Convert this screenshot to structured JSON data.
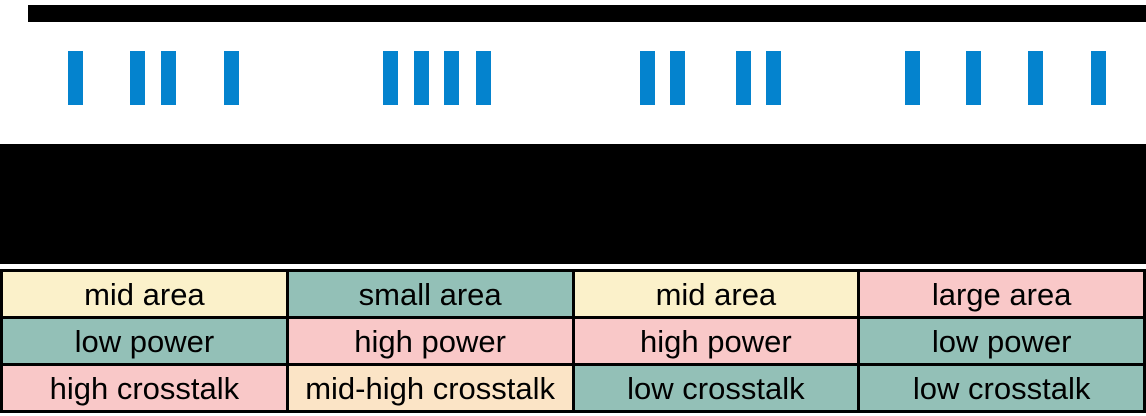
{
  "figure": {
    "background": "#ffffff",
    "band_color": "#000000"
  },
  "bars": {
    "color": "#0483ce",
    "width": 15,
    "y": 51,
    "height": 54,
    "panels": [
      {
        "name": "pitch-arrangement-1",
        "x": [
          68,
          130,
          161,
          224
        ]
      },
      {
        "name": "pitch-arrangement-2",
        "x": [
          383,
          414,
          444,
          476
        ]
      },
      {
        "name": "pitch-arrangement-3",
        "x": [
          640,
          670,
          736,
          766
        ]
      },
      {
        "name": "pitch-arrangement-4",
        "x": [
          905,
          966,
          1028,
          1091
        ]
      }
    ]
  },
  "table": {
    "border_color": "#000000",
    "text_color": "#000000",
    "palette": {
      "cream": "#fbf1ca",
      "teal": "#93c0b7",
      "pink": "#f9c8c8",
      "peach": "#fbe4c6"
    },
    "rows": [
      {
        "name": "area-row",
        "cells": [
          {
            "text": "mid area",
            "color": "cream"
          },
          {
            "text": "small area",
            "color": "teal"
          },
          {
            "text": "mid area",
            "color": "cream"
          },
          {
            "text": "large area",
            "color": "pink"
          }
        ]
      },
      {
        "name": "power-row",
        "cells": [
          {
            "text": "low power",
            "color": "teal"
          },
          {
            "text": "high power",
            "color": "pink"
          },
          {
            "text": "high power",
            "color": "pink"
          },
          {
            "text": "low power",
            "color": "teal"
          }
        ]
      },
      {
        "name": "crosstalk-row",
        "cells": [
          {
            "text": "high crosstalk",
            "color": "pink"
          },
          {
            "text": "mid-high crosstalk",
            "color": "peach"
          },
          {
            "text": "low crosstalk",
            "color": "teal"
          },
          {
            "text": "low crosstalk",
            "color": "teal"
          }
        ]
      }
    ]
  }
}
